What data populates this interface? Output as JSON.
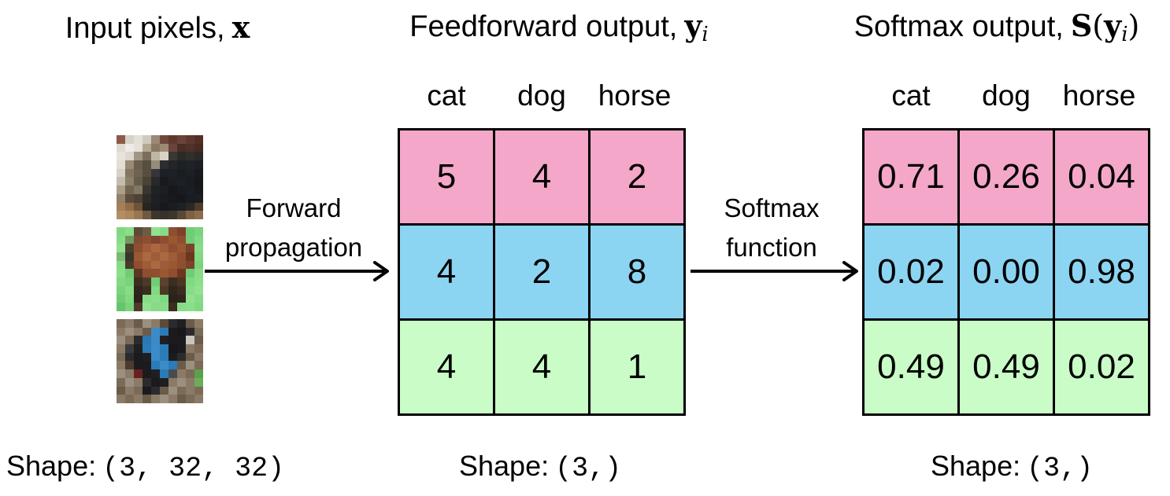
{
  "titles": {
    "input": {
      "plain": "Input pixels,",
      "bold": "x"
    },
    "feedforward": {
      "plain": "Feedforward output,",
      "bold": "y",
      "sub": "i"
    },
    "softmax": {
      "plain": "Softmax output,",
      "bold_s": "S",
      "open": "(",
      "bold_y": "y",
      "sub": "i",
      "close": ")"
    }
  },
  "arrows": [
    {
      "line1": "Forward",
      "line2": "propagation"
    },
    {
      "line1": "Softmax",
      "line2": "function"
    }
  ],
  "tables": {
    "headers": [
      "cat",
      "dog",
      "horse"
    ],
    "feedforward": {
      "rows": [
        [
          "5",
          "4",
          "2"
        ],
        [
          "4",
          "2",
          "8"
        ],
        [
          "4",
          "4",
          "1"
        ]
      ]
    },
    "softmax": {
      "rows": [
        [
          "0.71",
          "0.26",
          "0.04"
        ],
        [
          "0.02",
          "0.00",
          "0.98"
        ],
        [
          "0.49",
          "0.49",
          "0.02"
        ]
      ]
    }
  },
  "row_colors": [
    "#f4a7c9",
    "#8bd5f3",
    "#c9fcc7"
  ],
  "shapes": {
    "input": {
      "label": "Shape:",
      "value": "(3, 32, 32)"
    },
    "feedforward": {
      "label": "Shape:",
      "value": "(3,)"
    },
    "softmax": {
      "label": "Shape:",
      "value": "(3,)"
    }
  },
  "input_images": [
    {
      "name": "cat",
      "pixels": [
        [
          "#8c5a48",
          "#d7d2c8",
          "#e4e0d8",
          "#cfcabf",
          "#9b8876",
          "#6f4a3a",
          "#5e392d",
          "#69443a",
          "#5e382c",
          "#532f26"
        ],
        [
          "#dedacf",
          "#efece6",
          "#e6e2da",
          "#b3a794",
          "#8a7862",
          "#9b8a74",
          "#69443a",
          "#4a2e24",
          "#503127",
          "#472a20"
        ],
        [
          "#e8e4dc",
          "#dcd8ce",
          "#a49684",
          "#7b6e5c",
          "#c0b6a4",
          "#d8d2c6",
          "#3a3734",
          "#2c2a29",
          "#312e2c",
          "#2b2927"
        ],
        [
          "#e2ded6",
          "#998a74",
          "#6a5f4e",
          "#574e40",
          "#968c7a",
          "#2b2d2f",
          "#232529",
          "#1d2025",
          "#202226",
          "#1b1e22"
        ],
        [
          "#d6d2c8",
          "#837663",
          "#6f6352",
          "#5a4d3f",
          "#35363a",
          "#1d2025",
          "#1d2025",
          "#191c20",
          "#1d2025",
          "#17191d"
        ],
        [
          "#c4bcae",
          "#8d7f69",
          "#665c4b",
          "#4c4235",
          "#27292d",
          "#17191d",
          "#1b1e22",
          "#1d2025",
          "#191c20",
          "#15171b"
        ],
        [
          "#ac9f8a",
          "#6f6352",
          "#837663",
          "#3b3530",
          "#202226",
          "#1b1e22",
          "#15171b",
          "#191c20",
          "#1b1e22",
          "#17191d"
        ],
        [
          "#91806a",
          "#5a4c3d",
          "#4c4235",
          "#2d2b27",
          "#1d2025",
          "#191c20",
          "#17191b",
          "#15171b",
          "#191c20",
          "#1b1d21"
        ],
        [
          "#a67f58",
          "#926c47",
          "#6e533c",
          "#26251f",
          "#1b1e22",
          "#17191d",
          "#191c20",
          "#1d2025",
          "#2b2823",
          "#4d3b2c"
        ],
        [
          "#b48d64",
          "#ab875e",
          "#9a764f",
          "#705941",
          "#3e352b",
          "#35302a",
          "#3e352b",
          "#584836",
          "#7d6145",
          "#8d6c4b"
        ]
      ]
    },
    {
      "name": "horse",
      "pixels": [
        [
          "#7fd981",
          "#8adf88",
          "#5c4b3a",
          "#6d5c45",
          "#92e18e",
          "#87da87",
          "#8f4e30",
          "#7e422b",
          "#70cd76",
          "#79d47b"
        ],
        [
          "#88dc87",
          "#6f9a5e",
          "#7e4c35",
          "#8f4e30",
          "#7e452f",
          "#8f4e30",
          "#9a5831",
          "#8f4e30",
          "#70cd76",
          "#83d883"
        ],
        [
          "#92e18e",
          "#4c402f",
          "#8f4e30",
          "#9e5d38",
          "#ac6840",
          "#9e5d38",
          "#8f4e30",
          "#9a5831",
          "#7e422b",
          "#88dc87"
        ],
        [
          "#7cb975",
          "#3b342b",
          "#9a5831",
          "#ac6840",
          "#9e5d38",
          "#ac6840",
          "#9e5d38",
          "#8f4e30",
          "#6d361f",
          "#83d883"
        ],
        [
          "#87da87",
          "#4c3a28",
          "#8f4e30",
          "#9e5d38",
          "#ac6840",
          "#9e5d38",
          "#9a5831",
          "#8f4e30",
          "#7e422b",
          "#79d47b"
        ],
        [
          "#8adf88",
          "#70cd76",
          "#5c3523",
          "#8f4e30",
          "#8f4e30",
          "#9a5831",
          "#8f4e30",
          "#6d361f",
          "#70cd76",
          "#88dc87"
        ],
        [
          "#83d883",
          "#79d47b",
          "#3b2d20",
          "#4c3a28",
          "#70cd76",
          "#5c4030",
          "#3b2d20",
          "#4c3524",
          "#7fd981",
          "#8adf88"
        ],
        [
          "#79d47b",
          "#88dc87",
          "#2f251c",
          "#3b2d20",
          "#83d883",
          "#4c3a28",
          "#2f251c",
          "#3b2d20",
          "#88dc87",
          "#92e18e"
        ],
        [
          "#70cd76",
          "#83d883",
          "#2b221b",
          "#88dc87",
          "#8adf88",
          "#7fd981",
          "#2b221b",
          "#2f251c",
          "#92e18e",
          "#87da87"
        ],
        [
          "#66c46d",
          "#79d47b",
          "#4c3a2c",
          "#92e18e",
          "#87da87",
          "#88dc87",
          "#3b2d20",
          "#88dc87",
          "#8adf88",
          "#7fd981"
        ]
      ]
    },
    {
      "name": "dog",
      "pixels": [
        [
          "#7b6a57",
          "#8b7b66",
          "#6b5b4a",
          "#9b8f80",
          "#8b7b66",
          "#5b4b3c",
          "#2b2b2d",
          "#1f1f21",
          "#6b5b4a",
          "#8b7b66"
        ],
        [
          "#8b7b66",
          "#9b8f80",
          "#8b7b66",
          "#6b5b4a",
          "#3b8bc9",
          "#2b7bb9",
          "#1b1b1d",
          "#17171b",
          "#2b2b2d",
          "#7b6a57"
        ],
        [
          "#9b8f80",
          "#7b6a57",
          "#2b2b2d",
          "#2f77b1",
          "#3b8bc9",
          "#1f1f23",
          "#1b1b1d",
          "#1b1b1f",
          "#c9c5bd",
          "#6b5b4a"
        ],
        [
          "#8b7b66",
          "#3b3b3d",
          "#1f1f21",
          "#2b7bb9",
          "#3b8bc9",
          "#2b7bb9",
          "#17171b",
          "#1b1b1d",
          "#8b7b66",
          "#7b6a57"
        ],
        [
          "#7b6a57",
          "#2b2b2d",
          "#1b1b1d",
          "#1f1f21",
          "#3b8bc9",
          "#2b7bb9",
          "#1b1b1d",
          "#2b2b2d",
          "#6b5b4a",
          "#8b7b66"
        ],
        [
          "#8b7b66",
          "#4b3b30",
          "#1b1b1d",
          "#1b1b1d",
          "#2b7bb9",
          "#3b8bc9",
          "#2b7bb9",
          "#6b5b4a",
          "#9b8f80",
          "#7b6a57"
        ],
        [
          "#9b8f80",
          "#8b7b66",
          "#6b2020",
          "#1b1b1d",
          "#1f1f21",
          "#2b7bb9",
          "#4b4b4d",
          "#8b7b66",
          "#7b6a57",
          "#5ba04b"
        ],
        [
          "#7b6a57",
          "#9b8f80",
          "#8b7b66",
          "#2b2b2d",
          "#1b1b1d",
          "#1f1f21",
          "#8b7b66",
          "#9b8f80",
          "#8b7b66",
          "#6bae57"
        ],
        [
          "#6b5b4a",
          "#8b7b66",
          "#7b6a57",
          "#1b1b1d",
          "#2b2b2d",
          "#6b5b4a",
          "#9b8f80",
          "#7b6a57",
          "#8b7b66",
          "#7b6a57"
        ],
        [
          "#8b7b66",
          "#7b6a57",
          "#8b7b66",
          "#6b5b4a",
          "#8b7b66",
          "#9b8f80",
          "#8b7b66",
          "#6b5b4a",
          "#7b6a57",
          "#8b7b66"
        ]
      ]
    }
  ]
}
